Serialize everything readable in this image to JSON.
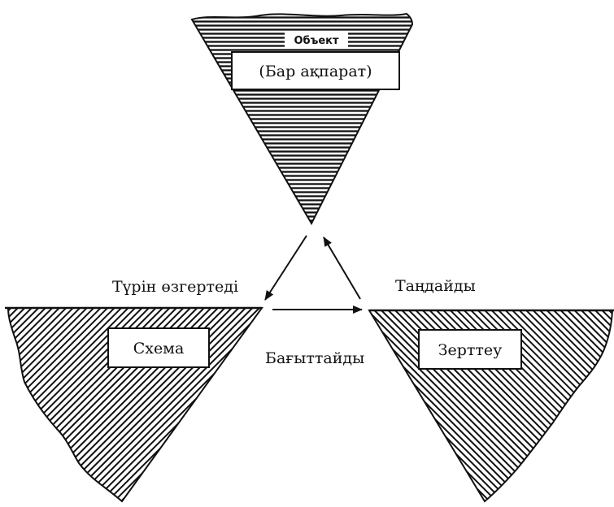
{
  "object_triangle": {
    "header": "Объект",
    "box_label": "(Бар ақпарат)"
  },
  "schema_triangle": {
    "box_label": "Схема"
  },
  "research_triangle": {
    "box_label": "Зерттеу"
  },
  "arrows": {
    "left_label": "Түрін өзгертеді",
    "right_label": "Таңдайды",
    "bottom_label": "Бағыттайды"
  },
  "colors": {
    "ink": "#111111",
    "paper": "#ffffff"
  }
}
